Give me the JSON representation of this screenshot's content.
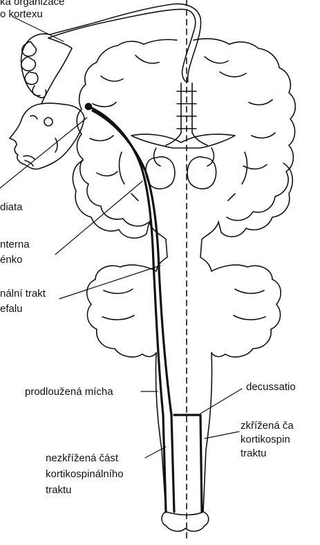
{
  "labels": {
    "top_line1": "ka organizace",
    "top_line2": "o kortexu",
    "radiata": "diata",
    "capsula_line1": "nterna",
    "capsula_line2": "énko",
    "tract_line1": "nální trakt",
    "tract_line2": "efalu",
    "medulla": "prodloužená mícha",
    "decussation": "decussatio",
    "crossed_line1": "zkřížená ča",
    "crossed_line2": "kortikospin",
    "crossed_line3": "traktu",
    "uncrossed_line1": "nezkřížená část",
    "uncrossed_line2": "kortikospinálního",
    "uncrossed_line3": "traktu"
  },
  "colors": {
    "ink": "#111111",
    "background": "#ffffff"
  }
}
